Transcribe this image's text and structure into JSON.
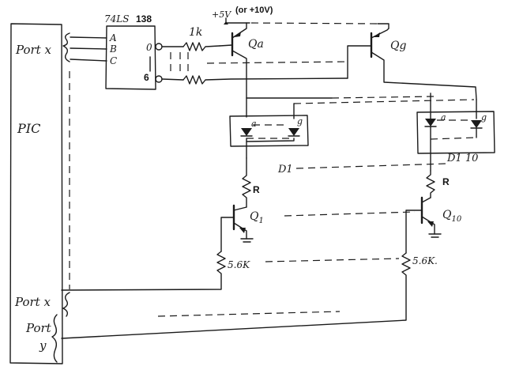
{
  "labels": {
    "port_x_top": "Port x",
    "pic": "PIC",
    "port_x_bottom": "Port x",
    "port_y_line1": "Port",
    "port_y_line2": "y",
    "decoder_name": "74LS",
    "decoder_number": "138",
    "pin_a": "A",
    "pin_b": "B",
    "pin_c": "C",
    "out_first": "0",
    "out_last": "6",
    "resistor_1k": "1k",
    "supply_5v": "+5V",
    "supply_alt": "(or +10V)",
    "qa": "Qa",
    "qg": "Qg",
    "seg_a_1": "a",
    "seg_g_1": "g",
    "seg_a_10": "a",
    "seg_g_10": "g",
    "d1": "D1",
    "d10": "D1 10",
    "r_left": "R",
    "r_right": "R",
    "q1_main": "Q",
    "q1_sub": "1",
    "q10_main": "Q",
    "q10_sub": "10",
    "r56_left": "5.6K",
    "r56_right": "5.6K."
  }
}
